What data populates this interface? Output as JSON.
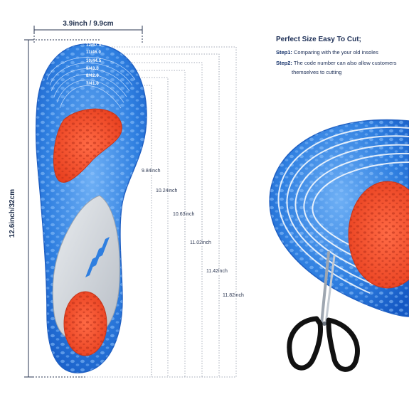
{
  "dimensions": {
    "width_label": "3.9inch / 9.9cm",
    "length_label": "12.6inch/32cm"
  },
  "size_marks": [
    "12/47.0",
    "11/46.0",
    "10/44.5",
    "9/43.0",
    "8/42.0",
    "7/41.0"
  ],
  "length_marks": [
    "9.84inch",
    "10.24inch",
    "10.63inch",
    "11.02inch",
    "11.42inch",
    "11.82inch"
  ],
  "info": {
    "title": "Perfect Size Easy To Cut;",
    "step1_label": "Step1:",
    "step1_text": "Comparing with the your old insoles",
    "step2_label": "Step2:",
    "step2_text": "The code number can also allow customers",
    "step2_text_cont": "themselves to cutting"
  }
}
